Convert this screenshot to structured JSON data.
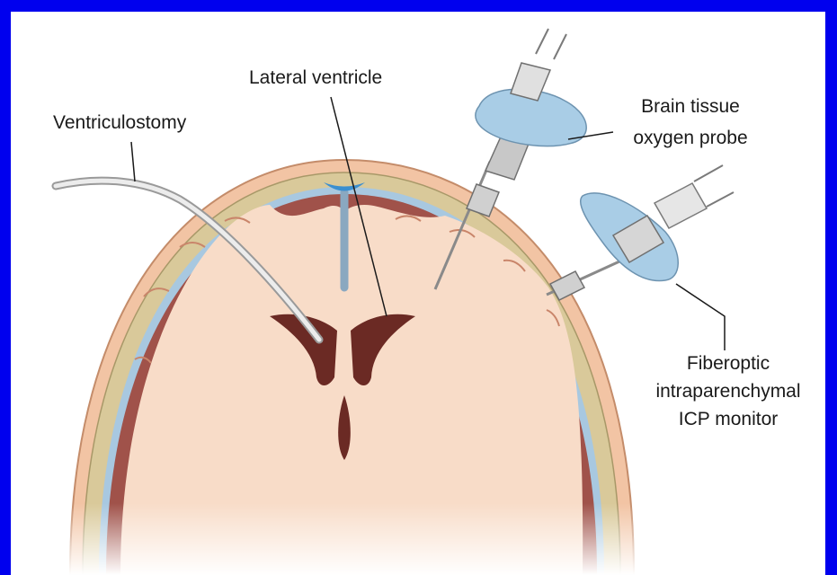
{
  "colors": {
    "frame": "#0000ee",
    "panel": "#ffffff",
    "skin": "#f2c4a4",
    "skull": "#d9c99a",
    "dura": "#a8c8e0",
    "cortex_dark": "#a0524a",
    "brain": "#f8dcc8",
    "ventricle": "#6b2a24",
    "csf_blue": "#3a8fd0",
    "probe_blue": "#a9cde6",
    "metal": "#b8b8b8"
  },
  "labels": {
    "ventriculostomy": "Ventriculostomy",
    "lateral_ventricle": "Lateral ventricle",
    "brain_tissue": [
      "Brain tissue",
      "oxygen probe"
    ],
    "fiberoptic": [
      "Fiberoptic",
      "intraparenchymal",
      "ICP monitor"
    ]
  }
}
